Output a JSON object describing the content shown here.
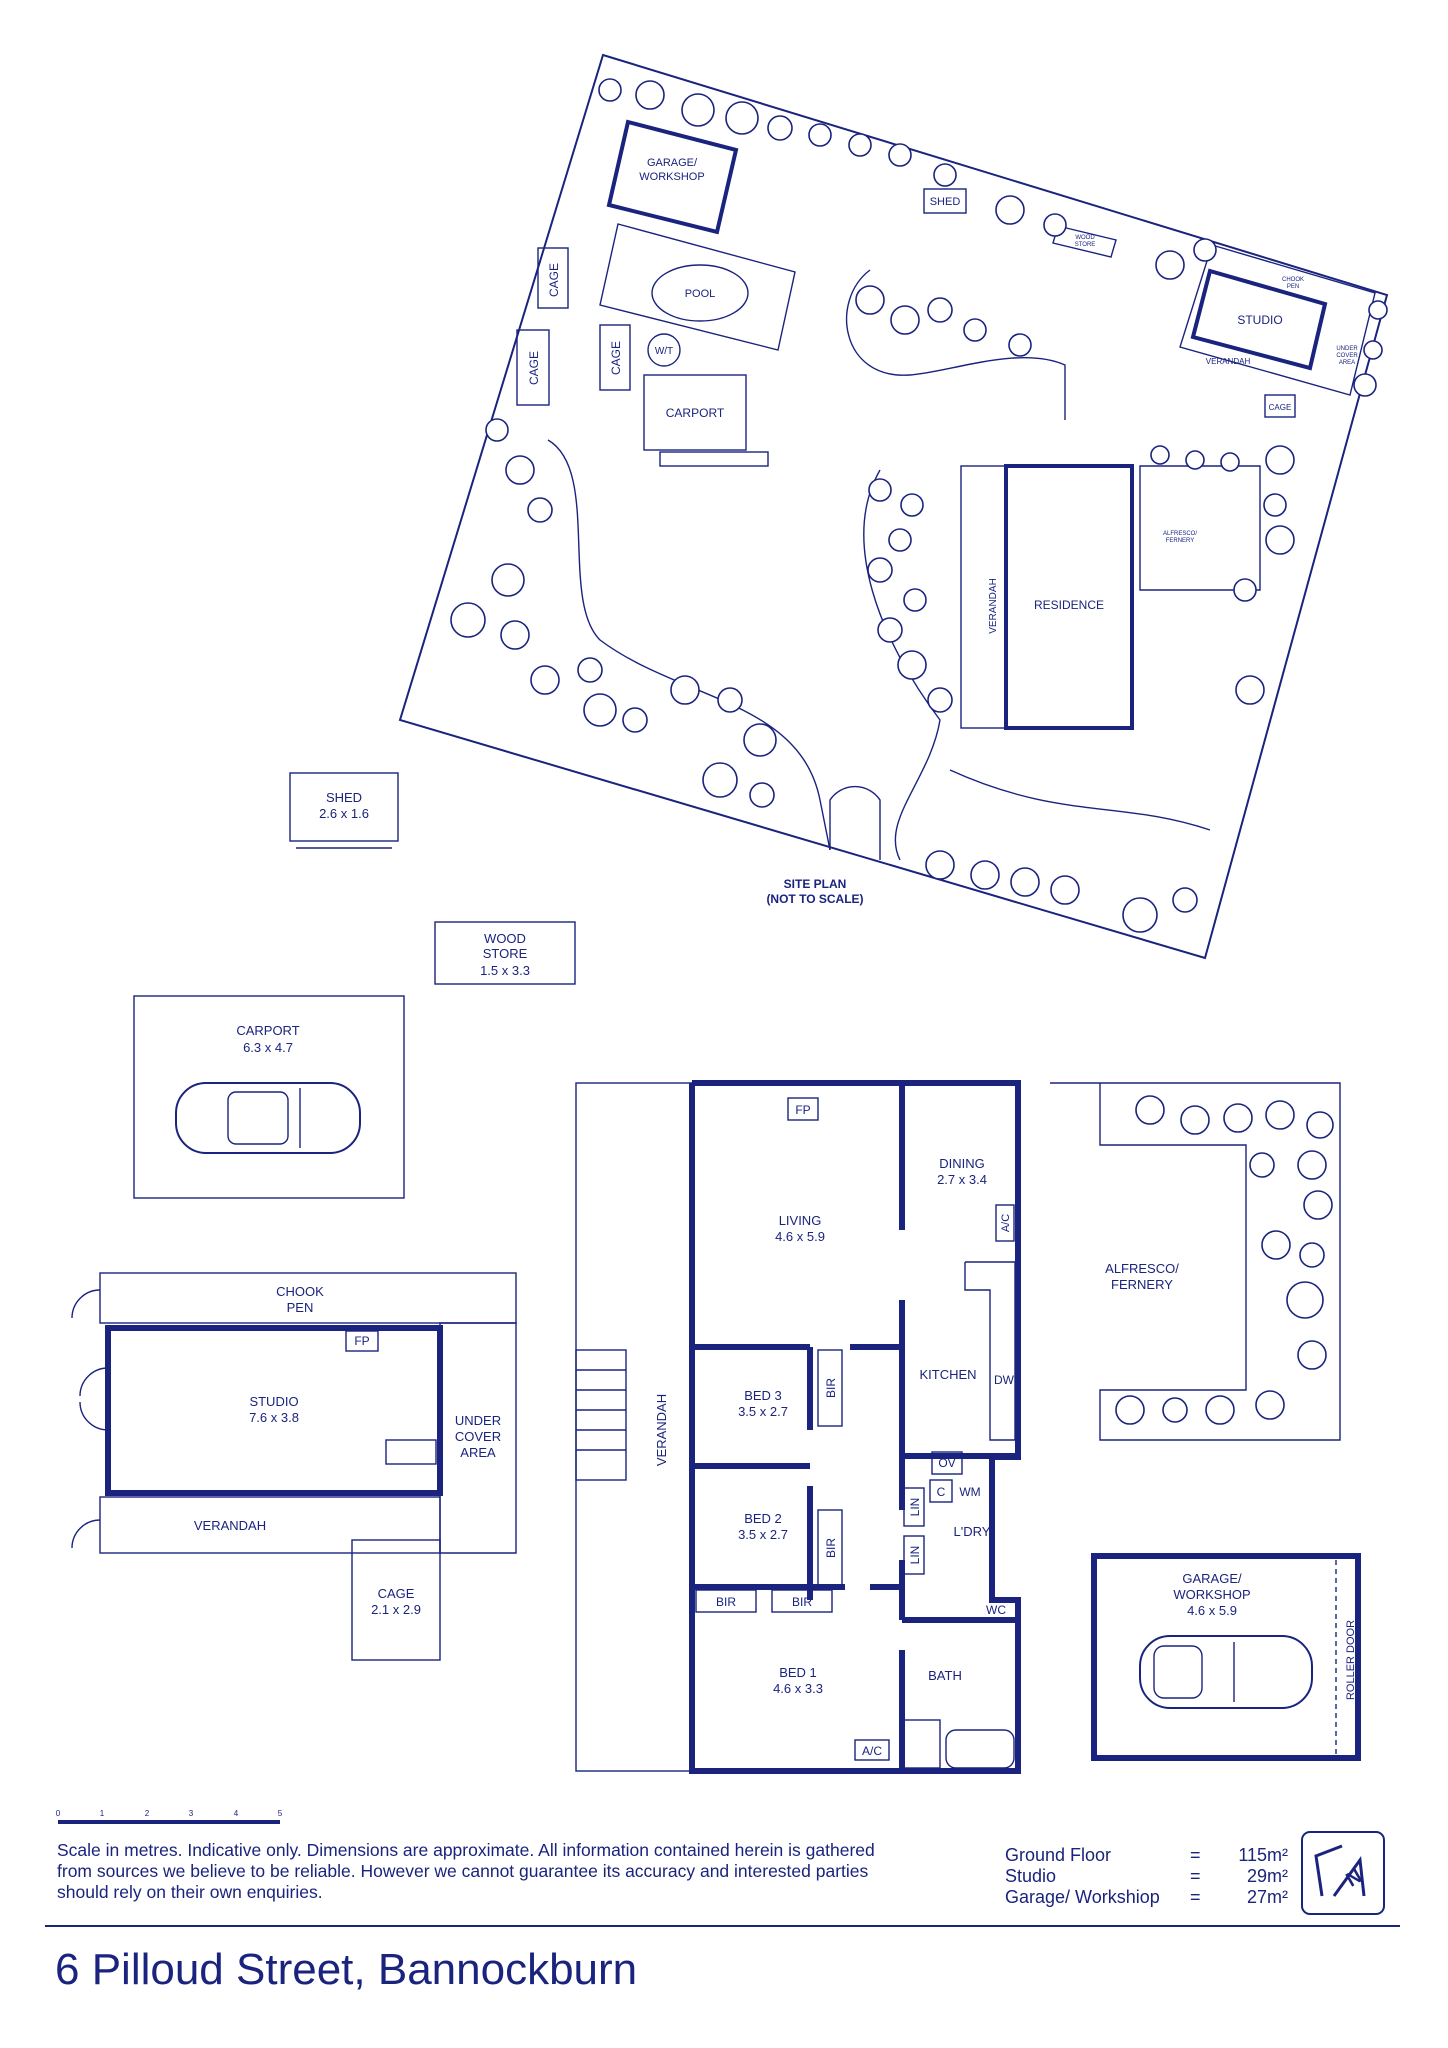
{
  "colors": {
    "ink": "#1a237e",
    "background": "#ffffff"
  },
  "site_plan": {
    "caption_line1": "SITE PLAN",
    "caption_line2": "(NOT TO SCALE)",
    "labels": {
      "garage": "GARAGE/",
      "garage2": "WORKSHOP",
      "shed": "SHED",
      "wood_store": "WOOD",
      "wood_store2": "STORE",
      "chook": "CHOOK",
      "chook2": "PEN",
      "studio": "STUDIO",
      "under": "UNDER",
      "cover": "COVER",
      "area": "AREA",
      "verandah": "VERANDAH",
      "cage": "CAGE",
      "pool": "POOL",
      "wt": "W/T",
      "carport": "CARPORT",
      "residence": "RESIDENCE",
      "alfresco": "ALFRESCO/",
      "fernery": "FERNERY",
      "verandah_vert": "VERANDAH"
    }
  },
  "outbuildings": {
    "shed": {
      "name": "SHED",
      "dims": "2.6 x 1.6"
    },
    "wood_store": {
      "name_line1": "WOOD",
      "name_line2": "STORE",
      "dims": "1.5 x 3.3"
    },
    "carport": {
      "name": "CARPORT",
      "dims": "6.3 x 4.7"
    },
    "garage": {
      "name_line1": "GARAGE/",
      "name_line2": "WORKSHOP",
      "dims": "4.6 x 5.9",
      "roller": "ROLLER DOOR"
    }
  },
  "studio_plan": {
    "chook_line1": "CHOOK",
    "chook_line2": "PEN",
    "fp": "FP",
    "studio_name": "STUDIO",
    "studio_dims": "7.6 x 3.8",
    "under_line1": "UNDER",
    "under_line2": "COVER",
    "under_line3": "AREA",
    "verandah": "VERANDAH",
    "cage_name": "CAGE",
    "cage_dims": "2.1 x 2.9"
  },
  "house_plan": {
    "verandah": "VERANDAH",
    "fp": "FP",
    "living_name": "LIVING",
    "living_dims": "4.6 x 5.9",
    "dining_name": "DINING",
    "dining_dims": "2.7 x 3.4",
    "ac1": "A/C",
    "kitchen": "KITCHEN",
    "dw": "DW",
    "ov": "OV",
    "bed3_name": "BED 3",
    "bed3_dims": "3.5 x 2.7",
    "bir": "BIR",
    "bed2_name": "BED 2",
    "bed2_dims": "3.5 x 2.7",
    "lin": "LIN",
    "c": "C",
    "wm": "WM",
    "ldry": "L'DRY",
    "wc": "WC",
    "bath": "BATH",
    "bed1_name": "BED 1",
    "bed1_dims": "4.6 x 3.3",
    "ac2": "A/C",
    "alfresco_line1": "ALFRESCO/",
    "alfresco_line2": "FERNERY"
  },
  "scale_bar": {
    "ticks": [
      "0",
      "1",
      "2",
      "3",
      "4",
      "5"
    ]
  },
  "disclaimer": "Scale in metres. Indicative only. Dimensions are approximate. All information contained herein is gathered from sources we believe to be reliable. However we cannot guarantee its accuracy and interested parties should rely on their own enquiries.",
  "areas": [
    {
      "name": "Ground Floor",
      "eq": "=",
      "value": "115m²"
    },
    {
      "name": "Studio",
      "eq": "=",
      "value": "29m²"
    },
    {
      "name": "Garage/ Workshiop",
      "eq": "=",
      "value": "27m²"
    }
  ],
  "address": "6 Pilloud Street, Bannockburn"
}
